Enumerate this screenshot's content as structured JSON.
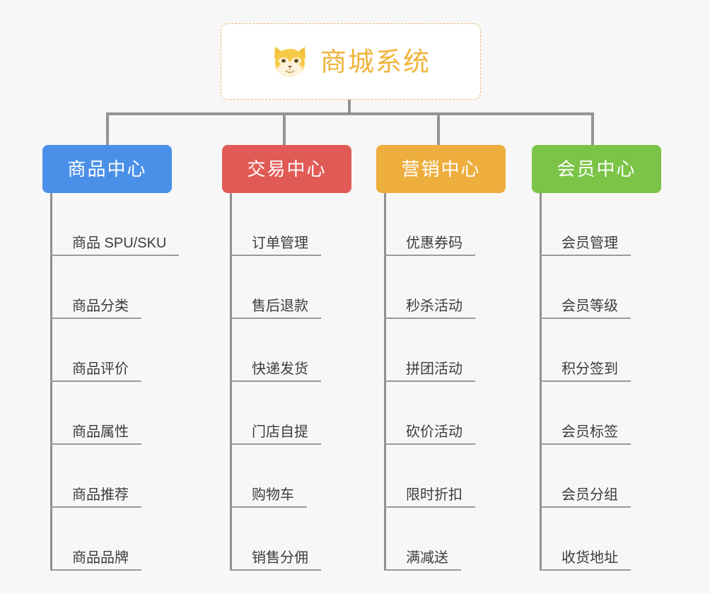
{
  "page": {
    "background_color": "#f7f7f7",
    "connector_color": "#949494"
  },
  "root": {
    "title": "商城系统",
    "icon": "shiba-dog-icon",
    "text_color": "#f0b33c",
    "border_color": "#e8b96a",
    "background_color": "#ffffff"
  },
  "columns": [
    {
      "label": "商品中心",
      "color": "#4a90e8",
      "items": [
        "商品 SPU/SKU",
        "商品分类",
        "商品评价",
        "商品属性",
        "商品推荐",
        "商品品牌"
      ]
    },
    {
      "label": "交易中心",
      "color": "#e15b56",
      "items": [
        "订单管理",
        "售后退款",
        "快递发货",
        "门店自提",
        "购物车",
        "销售分佣"
      ]
    },
    {
      "label": "营销中心",
      "color": "#eeae3e",
      "items": [
        "优惠券码",
        "秒杀活动",
        "拼团活动",
        "砍价活动",
        "限时折扣",
        "满减送"
      ]
    },
    {
      "label": "会员中心",
      "color": "#7bc447",
      "items": [
        "会员管理",
        "会员等级",
        "积分签到",
        "会员标签",
        "会员分组",
        "收货地址"
      ]
    }
  ]
}
